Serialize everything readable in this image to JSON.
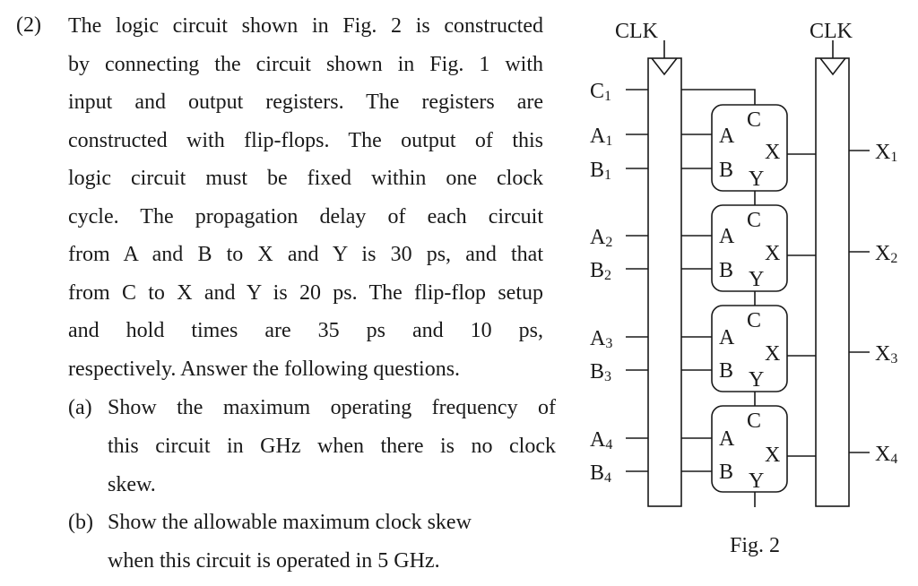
{
  "question": {
    "number": "(2)",
    "lines": [
      "The logic circuit shown in Fig. 2 is constructed",
      "by connecting the circuit shown in Fig. 1 with",
      "input and output registers. The registers are",
      "constructed with flip-flops. The output of this",
      "logic circuit must be fixed within one clock",
      "cycle. The propagation delay of each circuit",
      "from A and B to X and Y is 30 ps, and that",
      "from C to X and Y is 20 ps. The flip-flop setup",
      "and hold times are 35 ps and 10 ps,",
      "respectively. Answer the following questions."
    ],
    "sub_a": {
      "label": "(a)",
      "lines": [
        "Show the maximum operating frequency of",
        "this circuit in GHz when there is no clock",
        "skew."
      ]
    },
    "sub_b": {
      "label": "(b)",
      "lines": [
        "Show the allowable maximum clock skew",
        "when this circuit is operated in 5 GHz."
      ]
    }
  },
  "figure": {
    "caption": "Fig. 2",
    "clk_labels": [
      "CLK",
      "CLK"
    ],
    "inputs": [
      "C1",
      "A1",
      "B1",
      "A2",
      "B2",
      "A3",
      "B3",
      "A4",
      "B4"
    ],
    "outputs": [
      "X1",
      "X2",
      "X3",
      "X4"
    ],
    "block_ports": {
      "a": "A",
      "b": "B",
      "c": "C",
      "x": "X",
      "y": "Y"
    }
  }
}
